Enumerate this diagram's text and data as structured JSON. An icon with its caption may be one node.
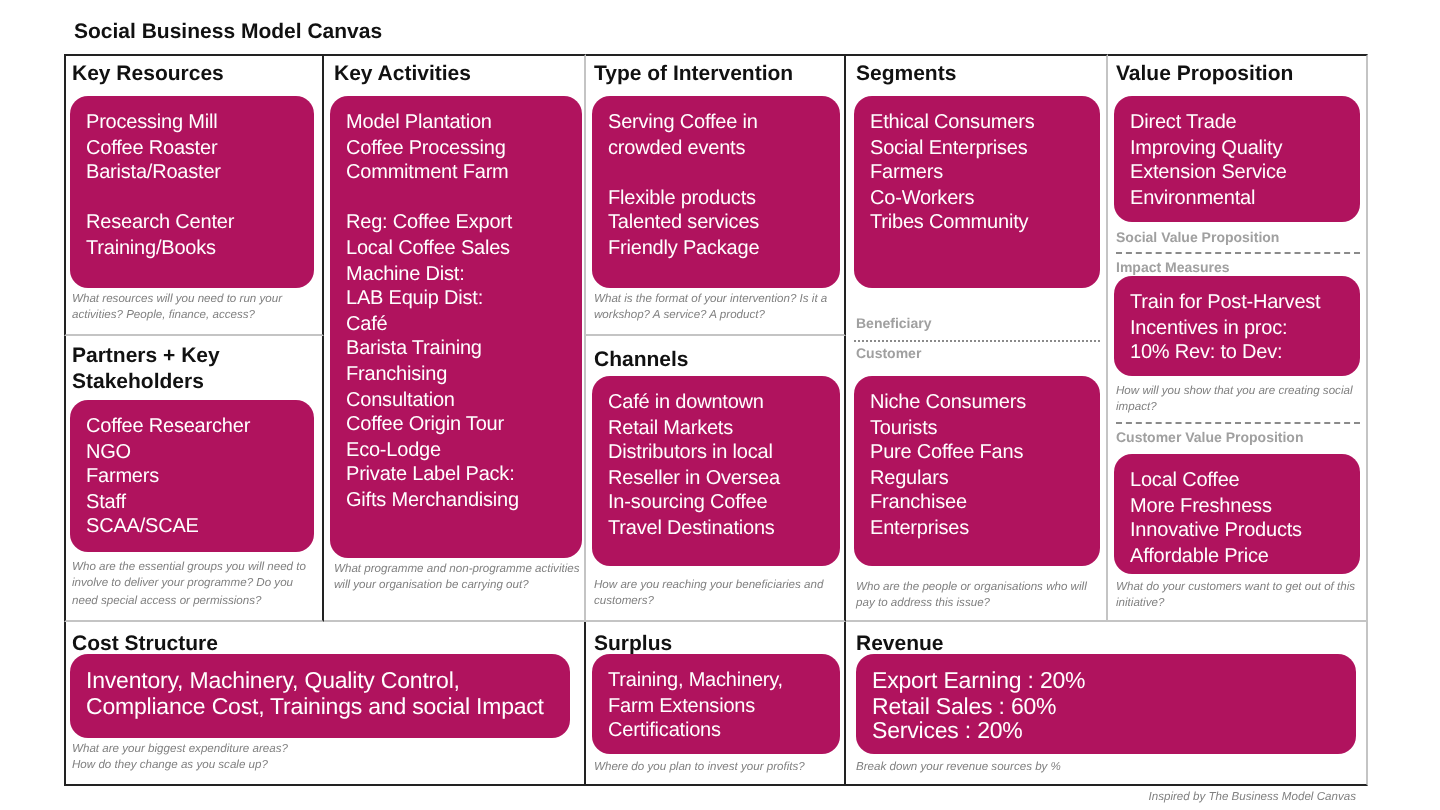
{
  "diagram": {
    "title": "Social Business Model Canvas",
    "nodes": [
      {
        "text": [
          "Key Resources",
          "What resources will you need to run your activities? People, finance, access?"
        ]
      },
      {
        "text": [
          "Processing Mill",
          "Coffee Roaster",
          "Barista/Roaster",
          "Research Center",
          "Training/Books"
        ],
        "in": 0
      },
      {
        "text": [
          "Partners + Key Stakeholders",
          "Who are the essential groups you will need to involve to deliver your programme? Do you need special access or permissions?"
        ]
      },
      {
        "text": [
          "Coffee Researcher",
          "NGO",
          "Farmers",
          "Staff",
          "SCAA/SCAE"
        ],
        "in": 2
      },
      {
        "text": [
          "Key Activities",
          "What programme and non-programme activities will your organisation be carrying out?"
        ]
      },
      {
        "text": [
          "Model Plantation",
          "Coffee Processing",
          "Commitment Farm",
          "Reg: Coffee Export",
          "Local Coffee Sales",
          "Machine Dist:",
          "LAB Equip Dist:",
          "Café",
          "Barista Training",
          "Franchising",
          "Consultation",
          "Coffee Origin Tour",
          "Eco-Lodge",
          "Private Label Pack:",
          "Gifts Merchandising"
        ],
        "in": 4
      },
      {
        "text": [
          "Type of Intervention",
          "What is the format of your intervention? Is it a workshop? A service? A product?"
        ]
      },
      {
        "text": [
          "Serving Coffee in crowded events",
          "Flexible products",
          "Talented services",
          "Friendly Package"
        ],
        "in": 6
      },
      {
        "text": [
          "Channels",
          "How are you reaching your beneficiaries and customers?"
        ]
      },
      {
        "text": [
          "Café in downtown",
          "Retail Markets",
          "Distributors in local",
          "Reseller in Oversea",
          "In-sourcing Coffee",
          "Travel Destinations"
        ],
        "in": 8
      },
      {
        "text": [
          "Segments",
          "Beneficiary",
          "Customer",
          "Who are the people or organisations who will pay to address this issue?"
        ]
      },
      {
        "text": [
          "Ethical Consumers",
          "Social Enterprises",
          "Farmers",
          "Co-Workers",
          "Tribes Community"
        ],
        "in": 10
      },
      {
        "text": [
          "Niche Consumers",
          "Tourists",
          "Pure Coffee Fans",
          "Regulars",
          "Franchisee",
          "Enterprises"
        ],
        "in": 10
      },
      {
        "text": [
          "Value Proposition",
          "Social Value Proposition",
          "Impact Measures",
          "How will you show that you are creating social impact?",
          "Customer Value Proposition",
          "What do your customers want to get out of this initiative?"
        ]
      },
      {
        "text": [
          "Direct Trade",
          "Improving Quality",
          "Extension Service",
          "Environmental"
        ],
        "in": 13
      },
      {
        "text": [
          "Train for Post-Harvest",
          "Incentives in proc:",
          "10% Rev: to Dev:"
        ],
        "in": 13
      },
      {
        "text": [
          "Local Coffee",
          "More Freshness",
          "Innovative Products",
          "Affordable Price"
        ],
        "in": 13
      },
      {
        "text": [
          "Cost Structure",
          "What are your biggest expenditure areas? How do they change as you scale up?"
        ]
      },
      {
        "text": [
          "Inventory, Machinery, Quality Control, Compliance Cost, Trainings and social Impact"
        ],
        "in": 17
      },
      {
        "text": [
          "Surplus",
          "Where do you plan to invest your profits?"
        ]
      },
      {
        "text": [
          "Training, Machinery,",
          "Farm Extensions",
          "Certifications"
        ],
        "in": 19
      },
      {
        "text": [
          "Revenue",
          "Break down your revenue sources by %"
        ]
      },
      {
        "text": [
          "Export Earning : 20%",
          "Retail Sales : 60%",
          "Services : 20%"
        ],
        "in": 21
      }
    ],
    "labels": [
      "Inspired by The Business Model Canvas"
    ]
  }
}
